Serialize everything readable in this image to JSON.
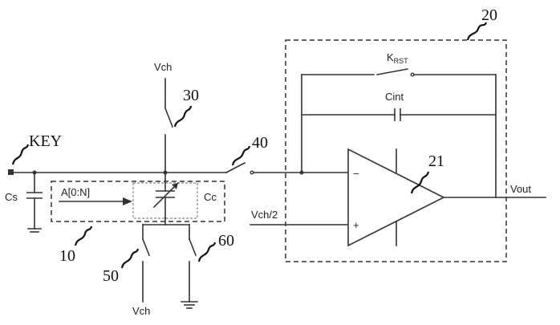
{
  "labels": {
    "key": "KEY",
    "cs": "Cs",
    "cc": "Cc",
    "a_bus": "A[0:N]",
    "vch_top": "Vch",
    "vch_bottom": "Vch",
    "vch_half": "Vch/2",
    "vout": "Vout",
    "krst_main": "K",
    "krst_sub": "RST",
    "cint": "Cint",
    "minus": "−",
    "plus": "+"
  },
  "refs": {
    "r10": "10",
    "r20": "20",
    "r21": "21",
    "r30": "30",
    "r40": "40",
    "r50": "50",
    "r60": "60"
  },
  "colors": {
    "line": "#333333",
    "text": "#111111",
    "background": "#ffffff"
  }
}
